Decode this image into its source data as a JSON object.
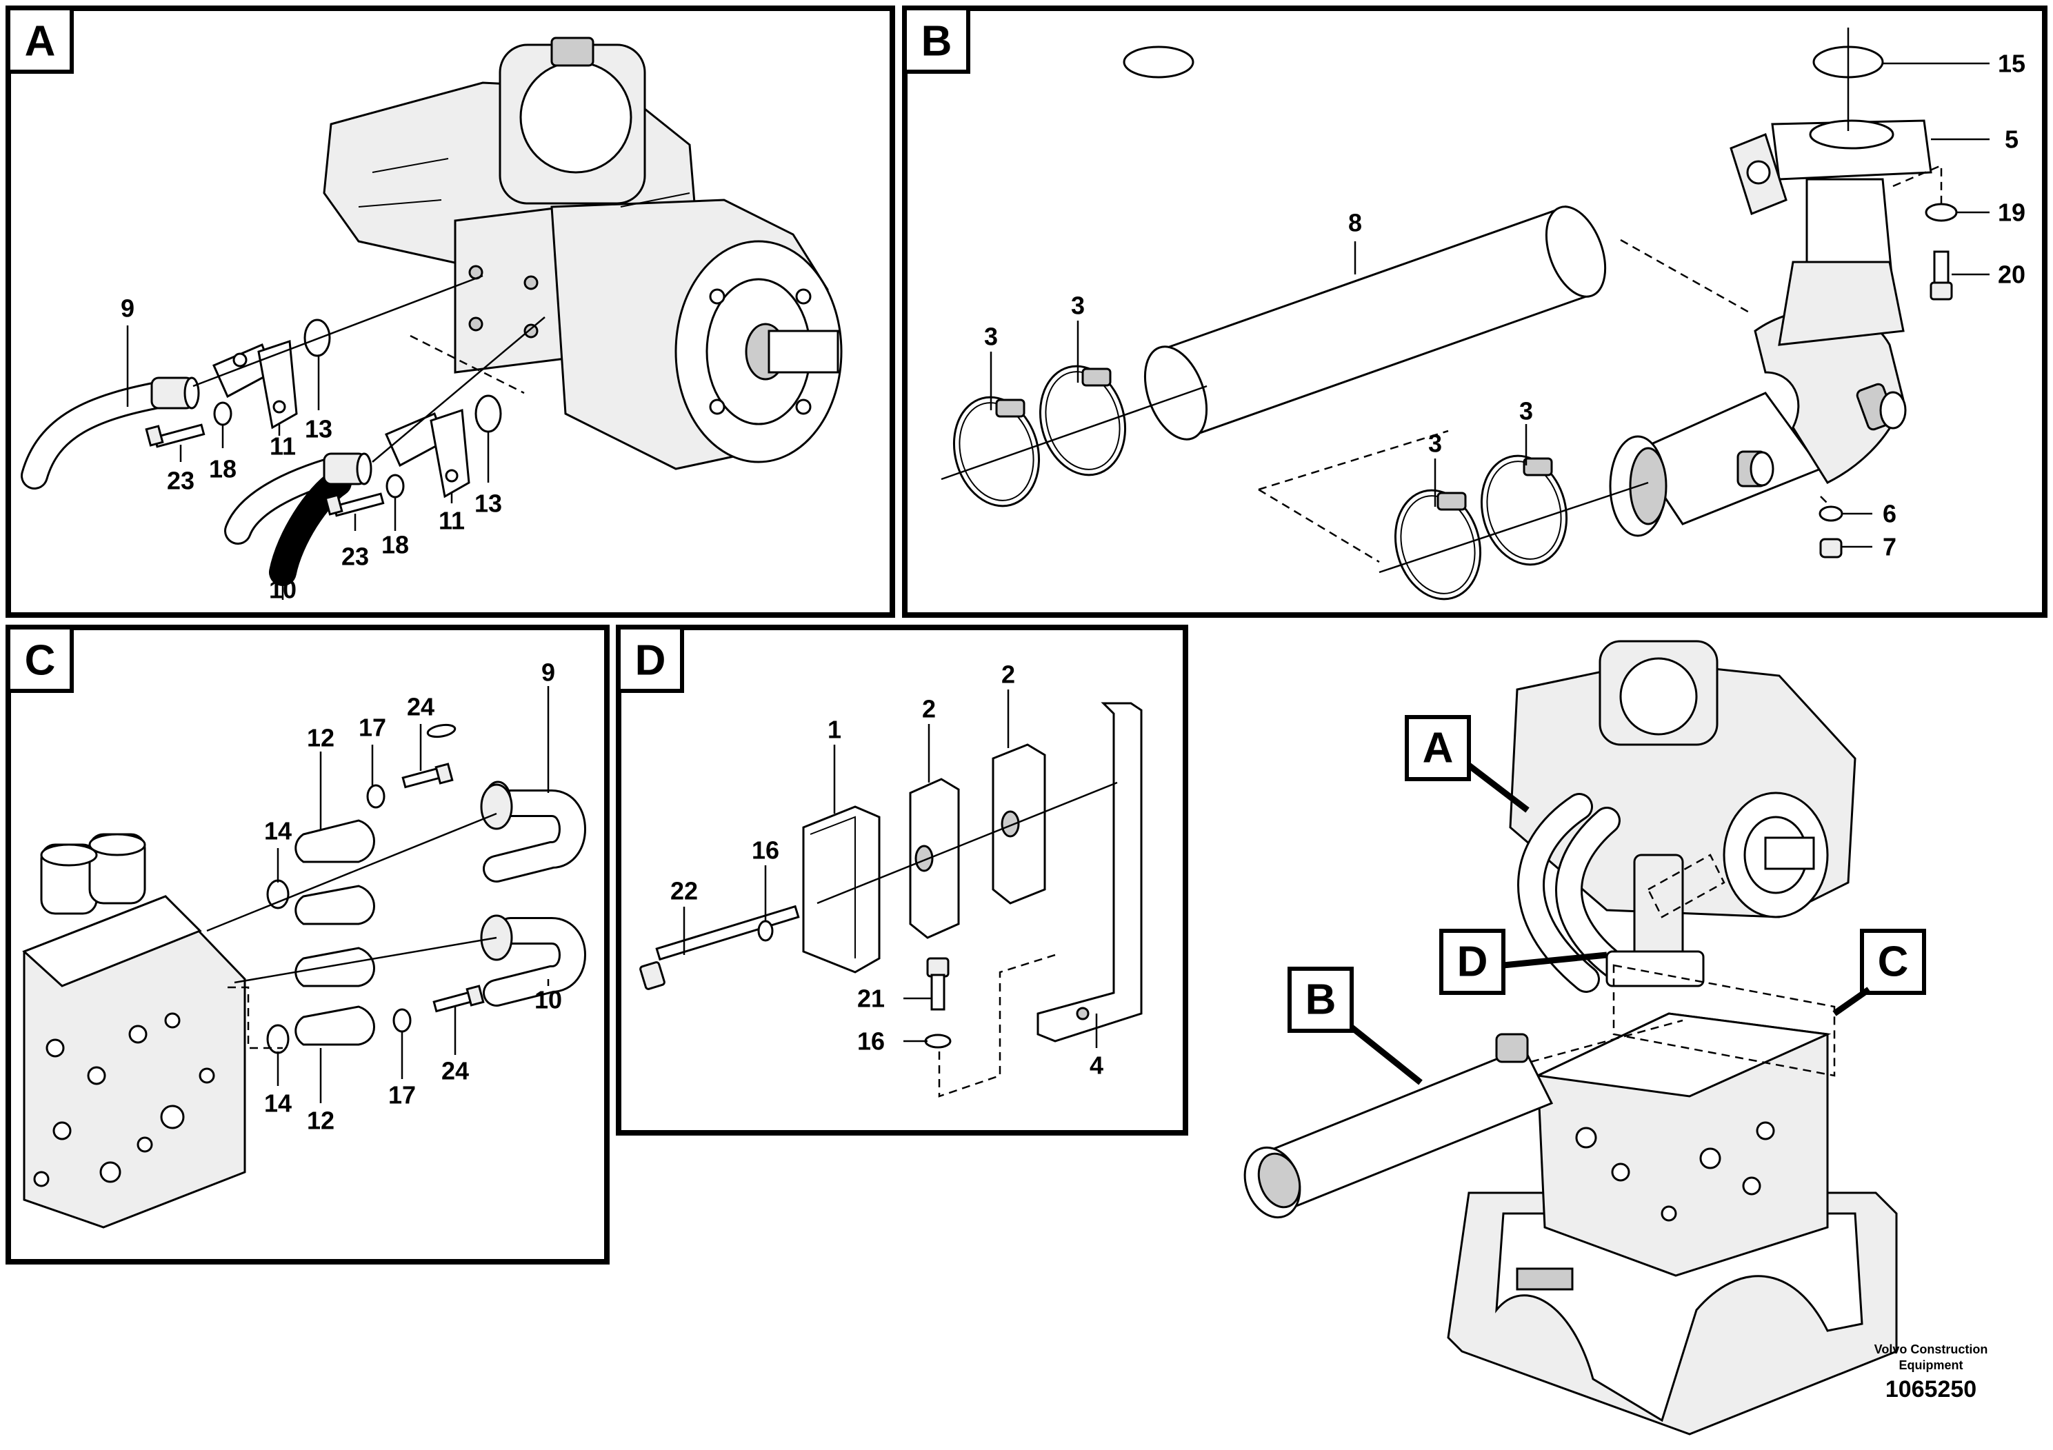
{
  "panels": {
    "A": "A",
    "B": "B",
    "C": "C",
    "D": "D"
  },
  "callouts": {
    "A": "A",
    "B": "B",
    "C": "C",
    "D": "D"
  },
  "labels": {
    "a9": "9",
    "a10": "10",
    "a11a": "11",
    "a11b": "11",
    "a13a": "13",
    "a13b": "13",
    "a18a": "18",
    "a18b": "18",
    "a23a": "23",
    "a23b": "23",
    "b3a": "3",
    "b3b": "3",
    "b3c": "3",
    "b3d": "3",
    "b5": "5",
    "b6": "6",
    "b7": "7",
    "b8": "8",
    "b15": "15",
    "b19": "19",
    "b20": "20",
    "c9": "9",
    "c10": "10",
    "c12a": "12",
    "c12b": "12",
    "c14a": "14",
    "c14b": "14",
    "c17a": "17",
    "c17b": "17",
    "c24a": "24",
    "c24b": "24",
    "d1": "1",
    "d2a": "2",
    "d2b": "2",
    "d4": "4",
    "d16a": "16",
    "d16b": "16",
    "d21": "21",
    "d22": "22"
  },
  "footer": {
    "brand_line1": "Volvo Construction",
    "brand_line2": "Equipment",
    "drawing_number": "1065250"
  }
}
